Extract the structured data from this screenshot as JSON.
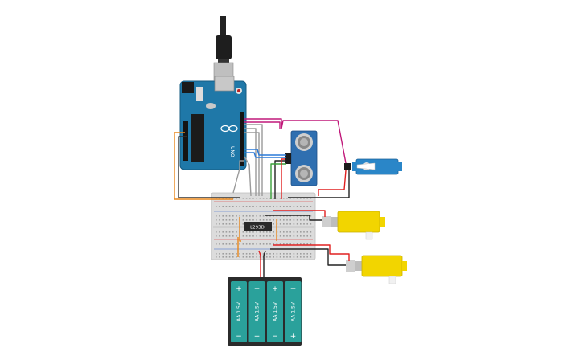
{
  "arduino": {
    "board_label": "UNO",
    "icon": "arduino-infinity-logo"
  },
  "driver_chip": {
    "label": "L293D"
  },
  "battery_pack": {
    "cell_label": "AA 1.5V",
    "cell_count": 4,
    "plus_sign": "+",
    "minus_sign": "−"
  },
  "colors": {
    "arduino_board": "#1f78a8",
    "breadboard": "#dcdcdc",
    "ultrasonic_sensor": "#2f6fb0",
    "servo": "#2a86c8",
    "gear_motor_body": "#f2d500",
    "battery_holder": "#2b2b2b",
    "battery_cell": "#2aa19b",
    "wire_red": "#e02020",
    "wire_black": "#222222",
    "wire_orange": "#e8871c",
    "wire_magenta": "#c0187a",
    "wire_green": "#3aa03a",
    "wire_blue": "#2a7ad8",
    "wire_gray": "#9a9a9a"
  }
}
